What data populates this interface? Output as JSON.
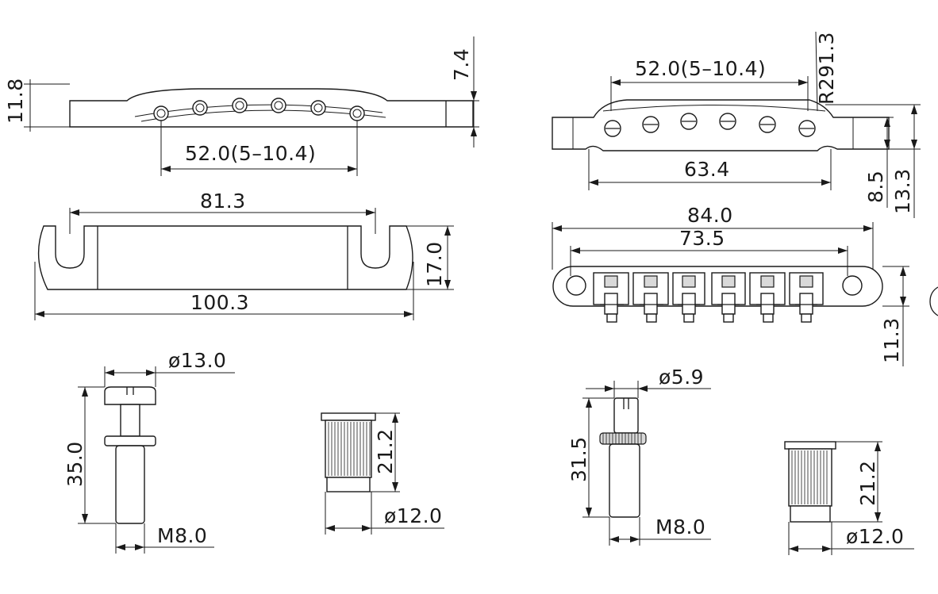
{
  "dimensions": {
    "tailpiece_height": "11.8",
    "tailpiece_stud_top": "7.4",
    "tailpiece_string_spacing": "52.0(5–10.4)",
    "tailpiece_stud_spacing": "81.3",
    "tailpiece_depth": "17.0",
    "tailpiece_length": "100.3",
    "bridge_string_spacing": "52.0(5–10.4)",
    "bridge_radius": "R291.3",
    "bridge_saddle_span": "63.4",
    "bridge_height_low": "8.5",
    "bridge_height_high": "13.3",
    "bridge_length": "84.0",
    "bridge_post_spacing": "73.5",
    "bridge_depth": "11.3",
    "tail_stud_head_dia": "ø13.0",
    "tail_stud_length": "35.0",
    "tail_stud_thread": "M8.0",
    "tail_insert_length": "21.2",
    "tail_insert_dia": "ø12.0",
    "bridge_post_head_dia": "ø5.9",
    "bridge_post_length": "31.5",
    "bridge_post_thread": "M8.0",
    "bridge_insert_length": "21.2",
    "bridge_insert_dia": "ø12.0"
  }
}
